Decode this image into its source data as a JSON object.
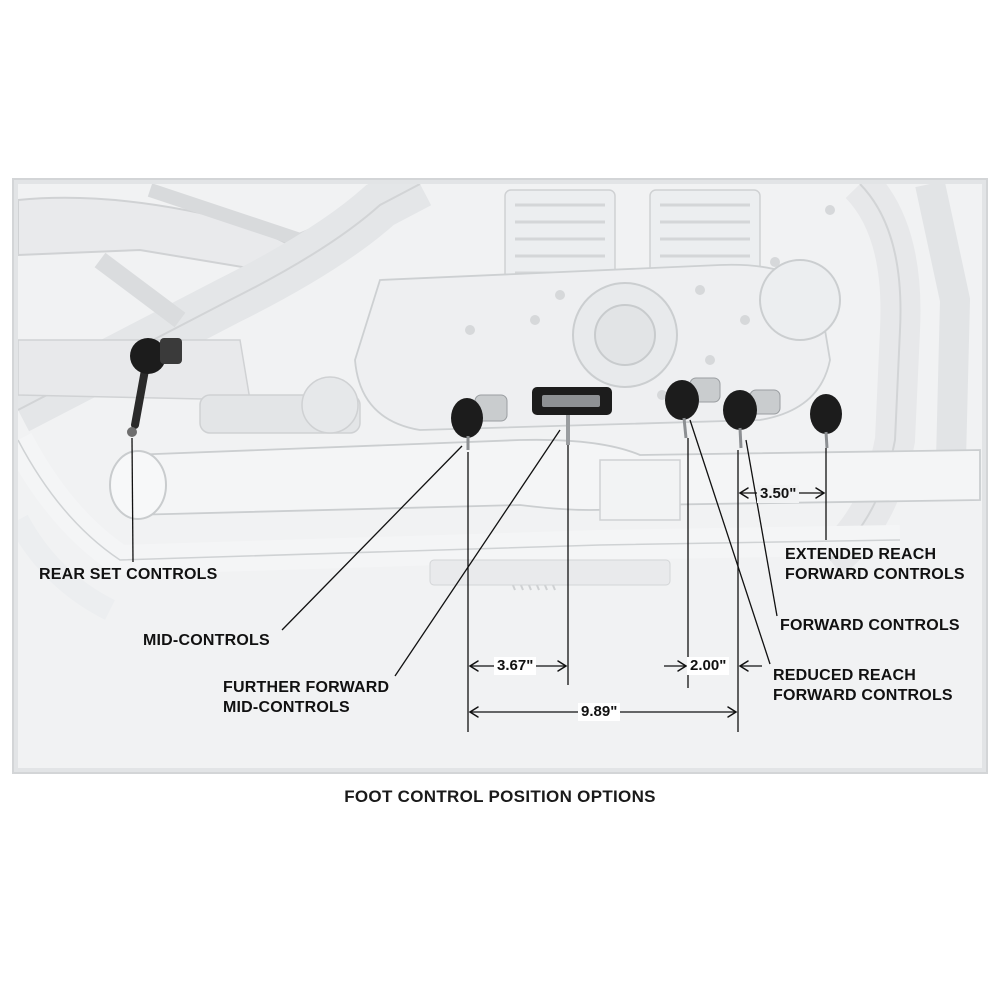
{
  "labels": {
    "rear_set": "REAR SET CONTROLS",
    "mid": "MID-CONTROLS",
    "further_forward_mid_1": "FURTHER FORWARD",
    "further_forward_mid_2": "MID-CONTROLS",
    "extended_reach_1": "EXTENDED REACH",
    "extended_reach_2": "FORWARD CONTROLS",
    "forward": "FORWARD CONTROLS",
    "reduced_reach_1": "REDUCED REACH",
    "reduced_reach_2": "FORWARD CONTROLS"
  },
  "dimensions": {
    "d_3_50": "3.50\"",
    "d_3_67": "3.67\"",
    "d_2_00": "2.00\"",
    "d_9_89": "9.89\""
  },
  "caption": "FOOT CONTROL POSITION OPTIONS",
  "colors": {
    "frame": "#d7d9db",
    "panel_bg": "#f1f2f3",
    "line": "#111111",
    "peg": "#1c1c1c"
  }
}
